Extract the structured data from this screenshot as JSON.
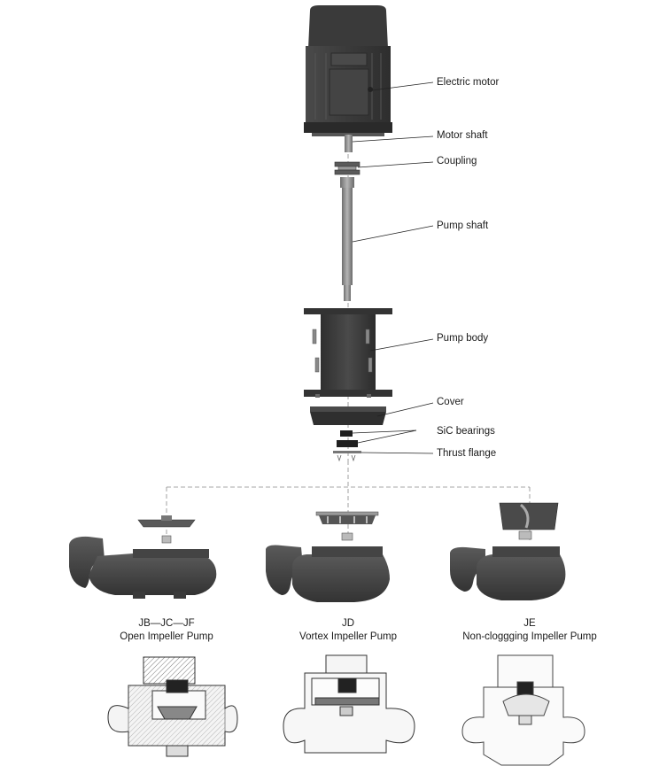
{
  "callouts": {
    "electric_motor": "Electric motor",
    "motor_shaft": "Motor shaft",
    "coupling": "Coupling",
    "pump_shaft": "Pump shaft",
    "pump_body": "Pump body",
    "cover": "Cover",
    "sic_bearings": "SiC bearings",
    "thrust_flange": "Thrust flange"
  },
  "variants": [
    {
      "code": "JB—JC—JF",
      "name": "Open Impeller Pump"
    },
    {
      "code": "JD",
      "name": "Vortex Impeller Pump"
    },
    {
      "code": "JE",
      "name": "Non-cloggging  Impeller Pump"
    }
  ],
  "colors": {
    "dark": "#3c3c3c",
    "mid": "#5a5a5a",
    "light": "#9a9a9a",
    "line": "#222222",
    "dash": "#888888"
  }
}
